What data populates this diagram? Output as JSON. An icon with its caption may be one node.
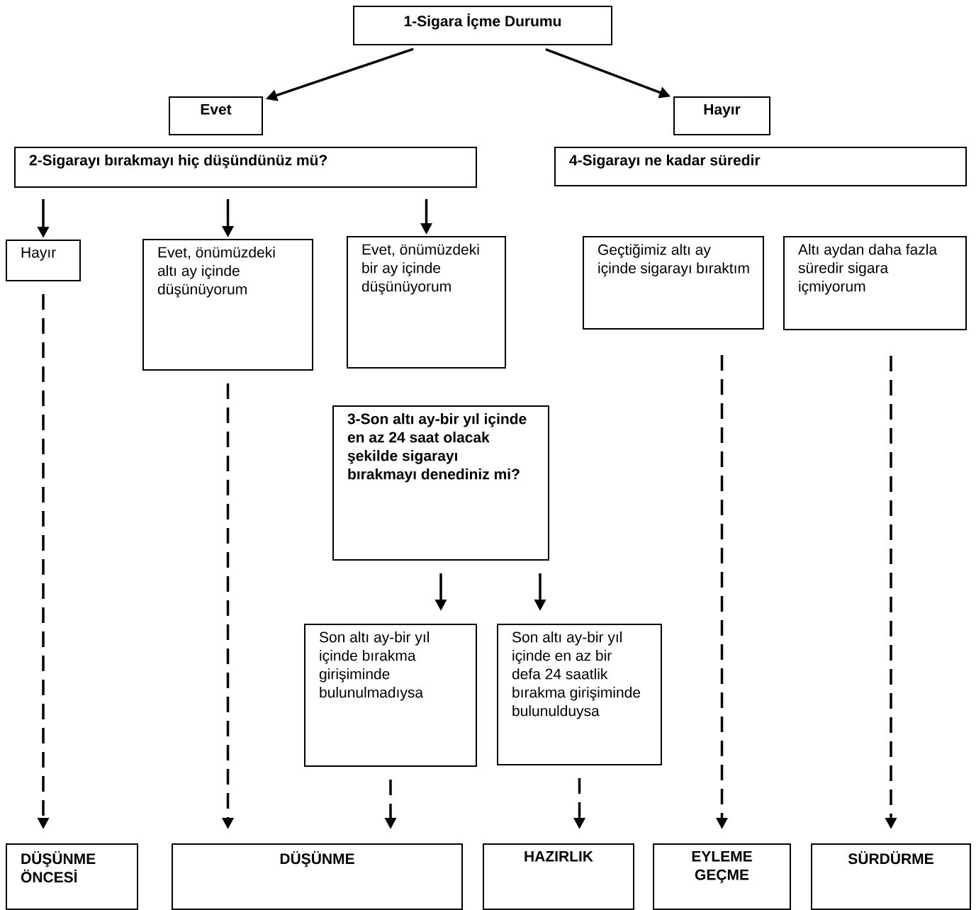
{
  "diagram": {
    "nodes": [
      {
        "text": [
          "1-Sigara İçme Durumu"
        ]
      },
      {
        "text": [
          "Evet"
        ]
      },
      {
        "text": [
          "Hayır"
        ]
      },
      {
        "text": [
          "2-Sigarayı bırakmayı hiç düşündünüz  mü?"
        ]
      },
      {
        "text": [
          "4-Sigarayı ne kadar süredir"
        ]
      },
      {
        "text": [
          "Hayır"
        ]
      },
      {
        "text": [
          "Evet, önümüzdeki altı ay içinde düşünüyorum"
        ]
      },
      {
        "text": [
          "Evet, önümüzdeki bir ay içinde düşünüyorum"
        ]
      },
      {
        "text": [
          "Geçtiğimiz altı ay içinde sigarayı bıraktım"
        ]
      },
      {
        "text": [
          "Altı aydan daha fazla süredir sigara içmiyorum"
        ]
      },
      {
        "text": [
          "3-Son altı ay-bir yıl içinde en az 24 saat olacak şekilde sigarayı bırakmayı denediniz mi?"
        ]
      },
      {
        "text": [
          "Son altı ay-bir yıl içinde bırakma girişiminde bulunulmadıysa"
        ]
      },
      {
        "text": [
          "Son altı ay-bir yıl içinde en az bir defa 24 saatlik bırakma girişiminde bulunulduysa"
        ]
      },
      {
        "text": [
          "DÜŞÜNME ÖNCESİ"
        ]
      },
      {
        "text": [
          "DÜŞÜNME"
        ]
      },
      {
        "text": [
          "HAZIRLIK"
        ]
      },
      {
        "text": [
          "EYLEME GEÇME"
        ]
      },
      {
        "text": [
          "SÜRDÜRME"
        ]
      }
    ],
    "edges": [
      {
        "from": 0,
        "to": 1,
        "arrow": "to"
      },
      {
        "from": 0,
        "to": 2,
        "arrow": "to"
      },
      {
        "from": 3,
        "to": 5,
        "arrow": "to"
      },
      {
        "from": 3,
        "to": 6,
        "arrow": "to"
      },
      {
        "from": 3,
        "to": 7,
        "arrow": "to"
      },
      {
        "from": 10,
        "to": 11,
        "arrow": "to"
      },
      {
        "from": 10,
        "to": 12,
        "arrow": "to"
      },
      {
        "from": 5,
        "to": 13,
        "arrow": "to",
        "style": "dashed"
      },
      {
        "from": 6,
        "to": 14,
        "arrow": "to",
        "style": "dashed"
      },
      {
        "from": 11,
        "to": 14,
        "arrow": "to",
        "style": "dashed"
      },
      {
        "from": 12,
        "to": 15,
        "arrow": "to",
        "style": "dashed"
      },
      {
        "from": 8,
        "to": 16,
        "arrow": "to",
        "style": "dashed"
      },
      {
        "from": 9,
        "to": 17,
        "arrow": "to",
        "style": "dashed"
      }
    ]
  }
}
